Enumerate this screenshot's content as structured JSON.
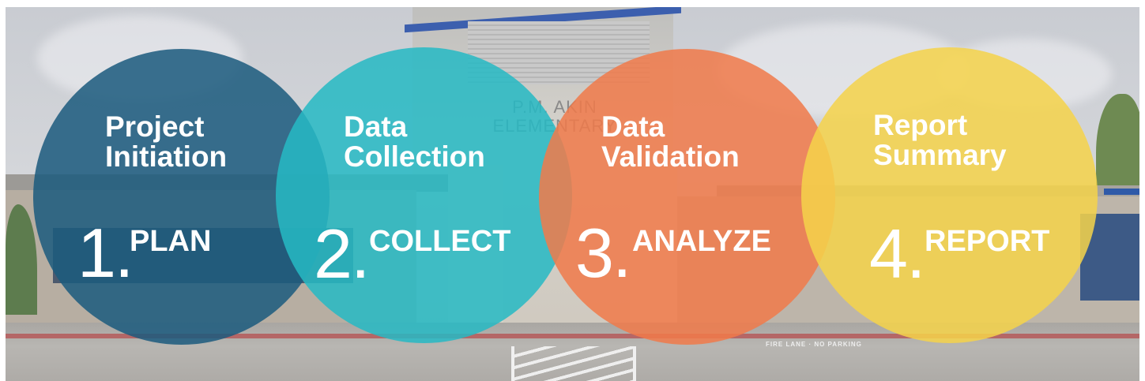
{
  "background": {
    "sign_text": [
      "P.M. AKIN",
      "ELEMENTARY"
    ],
    "fire_lane_text": "FIRE LANE · NO PARKING"
  },
  "steps": [
    {
      "title_line1": "Project",
      "title_line2": "Initiation",
      "number": "1.",
      "action": "PLAN",
      "color": "#1c5b7e"
    },
    {
      "title_line1": "Data",
      "title_line2": "Collection",
      "number": "2.",
      "action": "COLLECT",
      "color": "#26b9c4"
    },
    {
      "title_line1": "Data",
      "title_line2": "Validation",
      "number": "3.",
      "action": "ANALYZE",
      "color": "#f07a4a"
    },
    {
      "title_line1": "Report",
      "title_line2": "Summary",
      "number": "4.",
      "action": "REPORT",
      "color": "#f4d34a"
    }
  ]
}
